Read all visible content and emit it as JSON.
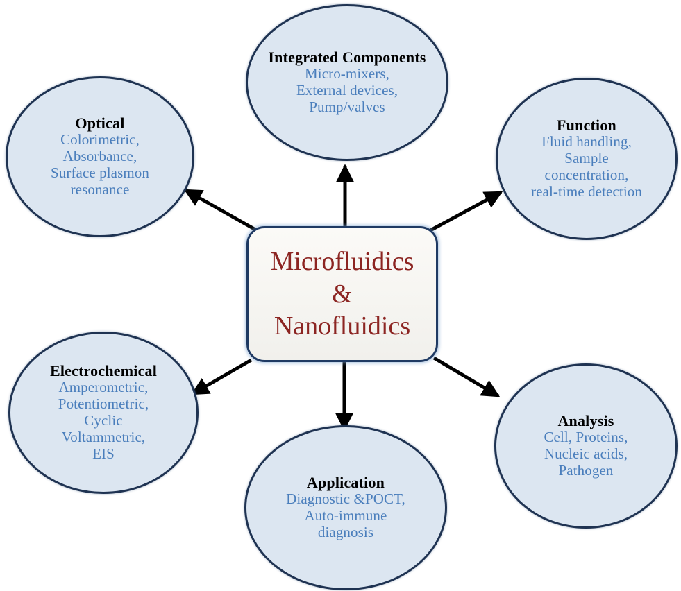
{
  "diagram": {
    "title": "Microfluidics and Nanofluidics concept map",
    "colors": {
      "ellipse_fill": "#dce6f1",
      "ellipse_border": "#1f3352",
      "title_text": "#000000",
      "body_text": "#4a7ebc",
      "center_text": "#8c2522",
      "center_fill": "#f7f6f2",
      "center_border": "#1f3a63",
      "arrow": "#000000",
      "background": "#ffffff"
    },
    "center": {
      "line1": "Microfluidics",
      "line2": "&",
      "line3": "Nanofluidics"
    },
    "nodes": [
      {
        "id": "integrated",
        "title": "Integrated\nComponents",
        "title_lines": [
          "Integrated",
          "Components"
        ],
        "body_lines": [
          "Micro-mixers,",
          "External devices,",
          "Pump/valves"
        ],
        "position": "top"
      },
      {
        "id": "optical",
        "title": "Optical",
        "title_lines": [
          "Optical"
        ],
        "body_lines": [
          "Colorimetric,",
          "Absorbance,",
          "Surface plasmon",
          "resonance"
        ],
        "position": "top-left"
      },
      {
        "id": "function",
        "title": "Function",
        "title_lines": [
          "Function"
        ],
        "body_lines": [
          "Fluid handling,",
          "Sample",
          "concentration,",
          "real-time detection"
        ],
        "position": "top-right"
      },
      {
        "id": "electrochemical",
        "title": "Electrochemical",
        "title_lines": [
          "Electrochemical"
        ],
        "body_lines": [
          "Amperometric,",
          "Potentiometric,",
          "Cyclic",
          "Voltammetric,",
          "EIS"
        ],
        "position": "bottom-left"
      },
      {
        "id": "application",
        "title": "Application",
        "title_lines": [
          "Application"
        ],
        "body_lines": [
          "Diagnostic &POCT,",
          "Auto-immune",
          "diagnosis"
        ],
        "position": "bottom"
      },
      {
        "id": "analysis",
        "title": "Analysis",
        "title_lines": [
          "Analysis"
        ],
        "body_lines": [
          "Cell, Proteins,",
          "Nucleic acids,",
          "Pathogen"
        ],
        "position": "bottom-right"
      }
    ],
    "arrows": [
      {
        "name": "center-to-optical",
        "from": "center",
        "to": "optical"
      },
      {
        "name": "center-to-integrated",
        "from": "center",
        "to": "integrated"
      },
      {
        "name": "center-to-function",
        "from": "center",
        "to": "function"
      },
      {
        "name": "center-to-electrochemical",
        "from": "center",
        "to": "electrochemical"
      },
      {
        "name": "center-to-application",
        "from": "center",
        "to": "application"
      },
      {
        "name": "center-to-analysis",
        "from": "center",
        "to": "analysis"
      }
    ]
  }
}
